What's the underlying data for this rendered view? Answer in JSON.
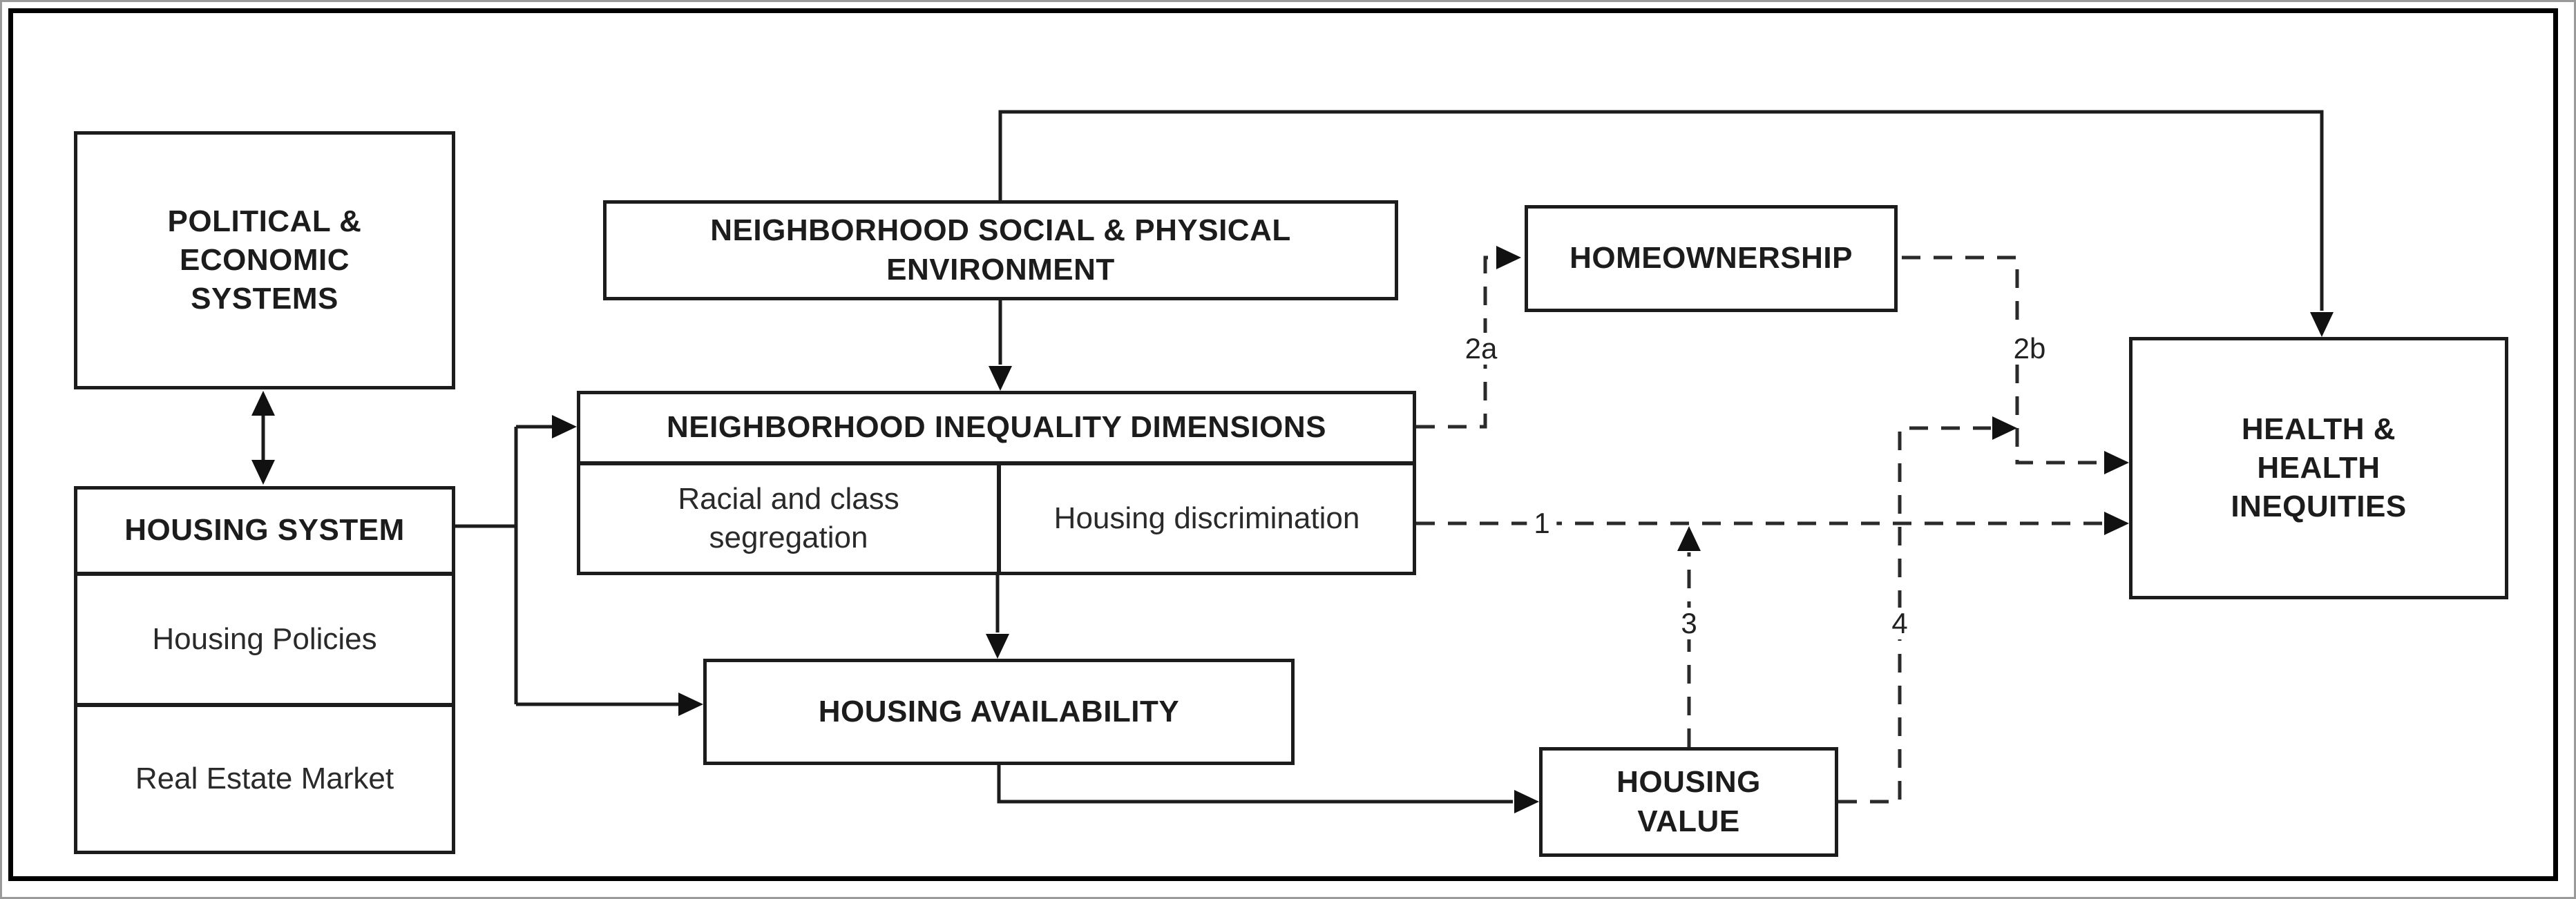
{
  "diagram": {
    "boxes": {
      "political_economic": {
        "label": "POLITICAL &\nECONOMIC\nSYSTEMS"
      },
      "housing_system": {
        "label": "HOUSING SYSTEM",
        "sub_policies": "Housing Policies",
        "sub_market": "Real Estate Market"
      },
      "neighborhood_environment": {
        "label": "NEIGHBORHOOD SOCIAL & PHYSICAL\nENVIRONMENT"
      },
      "inequality_dimensions": {
        "label": "NEIGHBORHOOD INEQUALITY DIMENSIONS",
        "cell_segregation": "Racial and class\nsegregation",
        "cell_discrimination": "Housing discrimination"
      },
      "homeownership": {
        "label": "HOMEOWNERSHIP"
      },
      "housing_availability": {
        "label": "HOUSING AVAILABILITY"
      },
      "housing_value": {
        "label": "HOUSING\nVALUE"
      },
      "health": {
        "label": "HEALTH &\nHEALTH\nINEQUITIES"
      }
    },
    "path_labels": {
      "p1": "1",
      "p2a": "2a",
      "p2b": "2b",
      "p3": "3",
      "p4": "4"
    },
    "colors": {
      "line": "#1c1c1c",
      "box_border": "#1c1c1c",
      "background": "#ffffff",
      "text": "#1c1c1c"
    }
  }
}
